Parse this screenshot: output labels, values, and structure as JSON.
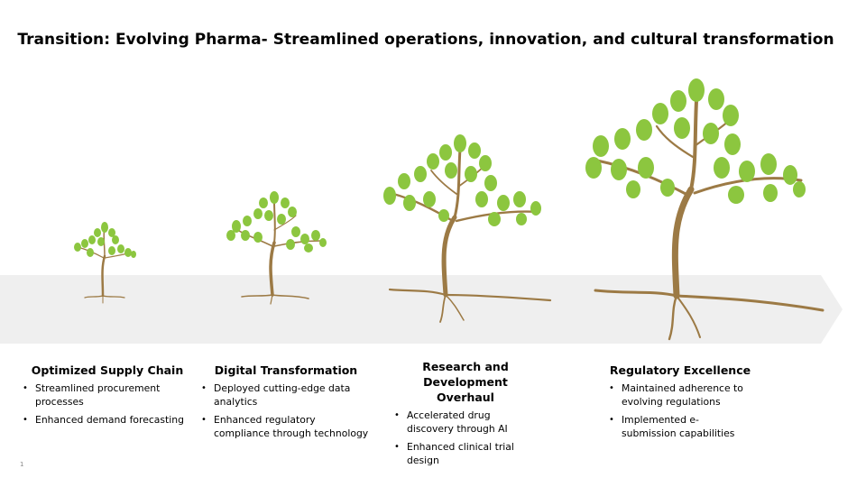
{
  "title": "Transition: Evolving Pharma- Streamlined operations, innovation, and cultural transformation",
  "colors": {
    "leaf": "#8cc63f",
    "leaf_dark": "#6aa832",
    "trunk": "#9c7a45",
    "band": "#efefef"
  },
  "stages": [
    {
      "title": "Optimized Supply Chain",
      "bullets": [
        "Streamlined procurement processes",
        "Enhanced demand forecasting"
      ]
    },
    {
      "title": "Digital Transformation",
      "bullets": [
        "Deployed cutting-edge data analytics",
        "Enhanced regulatory compliance through technology"
      ]
    },
    {
      "title": "Research and Development Overhaul",
      "bullets": [
        "Accelerated drug discovery through AI",
        "Enhanced clinical trial design"
      ]
    },
    {
      "title": "Regulatory Excellence",
      "bullets": [
        "Maintained adherence to evolving regulations",
        "Implemented e-submission capabilities"
      ]
    }
  ],
  "page_number": "1"
}
